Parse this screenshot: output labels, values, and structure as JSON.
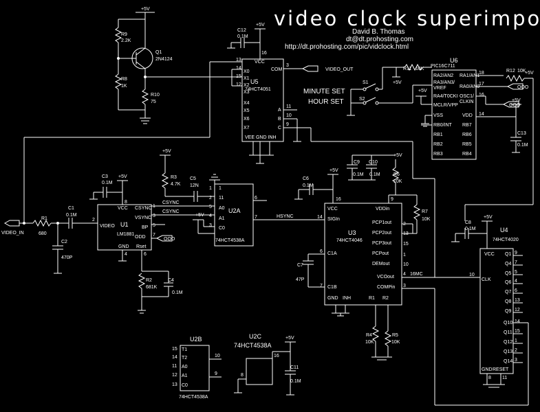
{
  "title": "video clock superimposer",
  "author": "David B. Thomas",
  "email": "dt@dt.prohosting.com",
  "url": "http://dt.prohosting.com/pic/vidclock.html",
  "supply": "+5V",
  "ports": {
    "video_in": "VIDEO_IN",
    "video_out": "VIDEO_OUT",
    "ooo1": "OOO",
    "ooo2": "OOO",
    "ooo3": "OOO"
  },
  "switches": {
    "s1": "S1",
    "s2": "S2",
    "minute": "MINUTE SET",
    "hour": "HOUR SET"
  },
  "nets": {
    "csync": "CSYNC",
    "hsync": "HSYNC",
    "freq": "16MC"
  },
  "components": {
    "q1": {
      "ref": "Q1",
      "value": "2N4124"
    },
    "r9": {
      "ref": "R9",
      "value": "2.2K"
    },
    "r8": {
      "ref": "R8",
      "value": "1K"
    },
    "r10": {
      "ref": "R10",
      "value": "75"
    },
    "c12": {
      "ref": "C12",
      "value": "0.1M"
    },
    "u5": {
      "ref": "U5",
      "value": "74HCT4051"
    },
    "u6": {
      "ref": "U6",
      "value": "PIC16C711"
    },
    "r11": {
      "ref": "R11",
      "value": "10K"
    },
    "r12": {
      "ref": "R12",
      "value": "10K"
    },
    "c13": {
      "ref": "C13",
      "value": "0.1M"
    },
    "c3": {
      "ref": "C3",
      "value": "0.1M"
    },
    "r3": {
      "ref": "R3",
      "value": "4.7K"
    },
    "c5": {
      "ref": "C5",
      "value": "12N"
    },
    "u2a": {
      "ref": "U2A",
      "value": "74HCT4538A"
    },
    "r1": {
      "ref": "R1",
      "value": "680"
    },
    "c1": {
      "ref": "C1",
      "value": "0.1M"
    },
    "c2": {
      "ref": "C2",
      "value": "470P"
    },
    "u1": {
      "ref": "U1",
      "value": "LM1881"
    },
    "r2": {
      "ref": "R2",
      "value": "681K"
    },
    "c4": {
      "ref": "C4",
      "value": "0.1M"
    },
    "c6": {
      "ref": "C6",
      "value": "0.1M"
    },
    "c9": {
      "ref": "C9",
      "value": "0.1M"
    },
    "c10": {
      "ref": "C10",
      "value": "0.1M"
    },
    "r6": {
      "ref": "R6",
      "value": "10K"
    },
    "r7": {
      "ref": "R7",
      "value": "10K"
    },
    "u3": {
      "ref": "U3",
      "value": "74HCT4046"
    },
    "c7": {
      "ref": "C7",
      "value": "47P"
    },
    "r4": {
      "ref": "R4",
      "value": "10K"
    },
    "r5": {
      "ref": "R5",
      "value": "10K"
    },
    "c8": {
      "ref": "C8",
      "value": "0.1M"
    },
    "u4": {
      "ref": "U4",
      "value": "74HCT4020"
    },
    "u2b": {
      "ref": "U2B",
      "value": "74HCT4538A"
    },
    "u2c": {
      "ref": "U2C",
      "value": "74HCT4538A"
    },
    "c11": {
      "ref": "C11",
      "value": "0.1M"
    }
  }
}
